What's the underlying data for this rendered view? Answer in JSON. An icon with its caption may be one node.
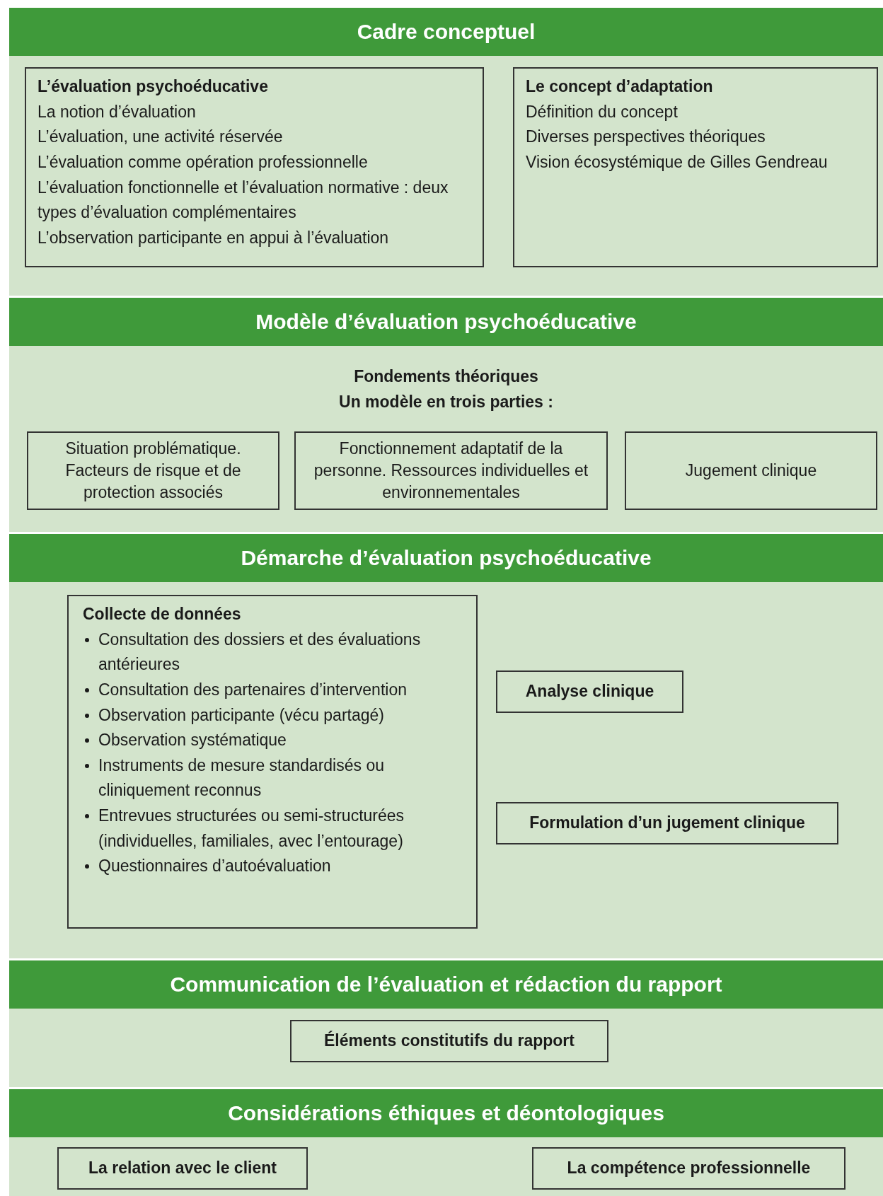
{
  "diagram": {
    "nodes": [
      {
        "text": [
          "Cadre conceptuel"
        ]
      },
      {
        "text": [
          "L’évaluation psychoéducative",
          "La notion d’évaluation",
          "L’évaluation, une activité réservée",
          "L’évaluation comme opération professionnelle",
          "L’évaluation fonctionnelle et l’évaluation normative : deux types d’évaluation complémentaires",
          "L’observation participante en appui à l’évaluation"
        ],
        "in": 0
      },
      {
        "text": [
          "Le concept d’adaptation",
          "Définition du concept",
          "Diverses perspectives théoriques",
          "Vision écosystémique de Gilles Gendreau"
        ],
        "in": 0
      },
      {
        "text": [
          "Modèle d’évaluation psychoéducative",
          "Fondements théoriques",
          "Un modèle en trois parties :"
        ]
      },
      {
        "text": [
          "Situation problématique. Facteurs de risque et de protection associés"
        ],
        "in": 3
      },
      {
        "text": [
          "Fonctionnement adaptatif de la personne. Ressources individuelles et environnementales"
        ],
        "in": 3
      },
      {
        "text": [
          "Jugement clinique"
        ],
        "in": 3
      },
      {
        "text": [
          "Démarche d’évaluation psychoéducative"
        ]
      },
      {
        "text": [
          "Collecte de données",
          "Consultation des dossiers et des évaluations antérieures",
          "Consultation des partenaires d’intervention",
          "Observation participante (vécu partagé)",
          "Observation systématique",
          "Instruments de mesure standardisés ou cliniquement reconnus",
          "Entrevues structurées ou semi-structurées (individuelles, familiales, avec l’entourage)",
          "Questionnaires d’autoévaluation"
        ],
        "in": 7
      },
      {
        "text": [
          "Analyse clinique"
        ],
        "in": 7
      },
      {
        "text": [
          "Formulation d’un jugement clinique"
        ],
        "in": 7
      },
      {
        "text": [
          "Communication de l’évaluation et rédaction du rapport"
        ]
      },
      {
        "text": [
          "Éléments constitutifs du rapport"
        ],
        "in": 11
      },
      {
        "text": [
          "Considérations éthiques et déontologiques"
        ]
      },
      {
        "text": [
          "La relation avec le client"
        ],
        "in": 13
      },
      {
        "text": [
          "La compétence professionnelle"
        ],
        "in": 13
      }
    ],
    "edges": []
  }
}
